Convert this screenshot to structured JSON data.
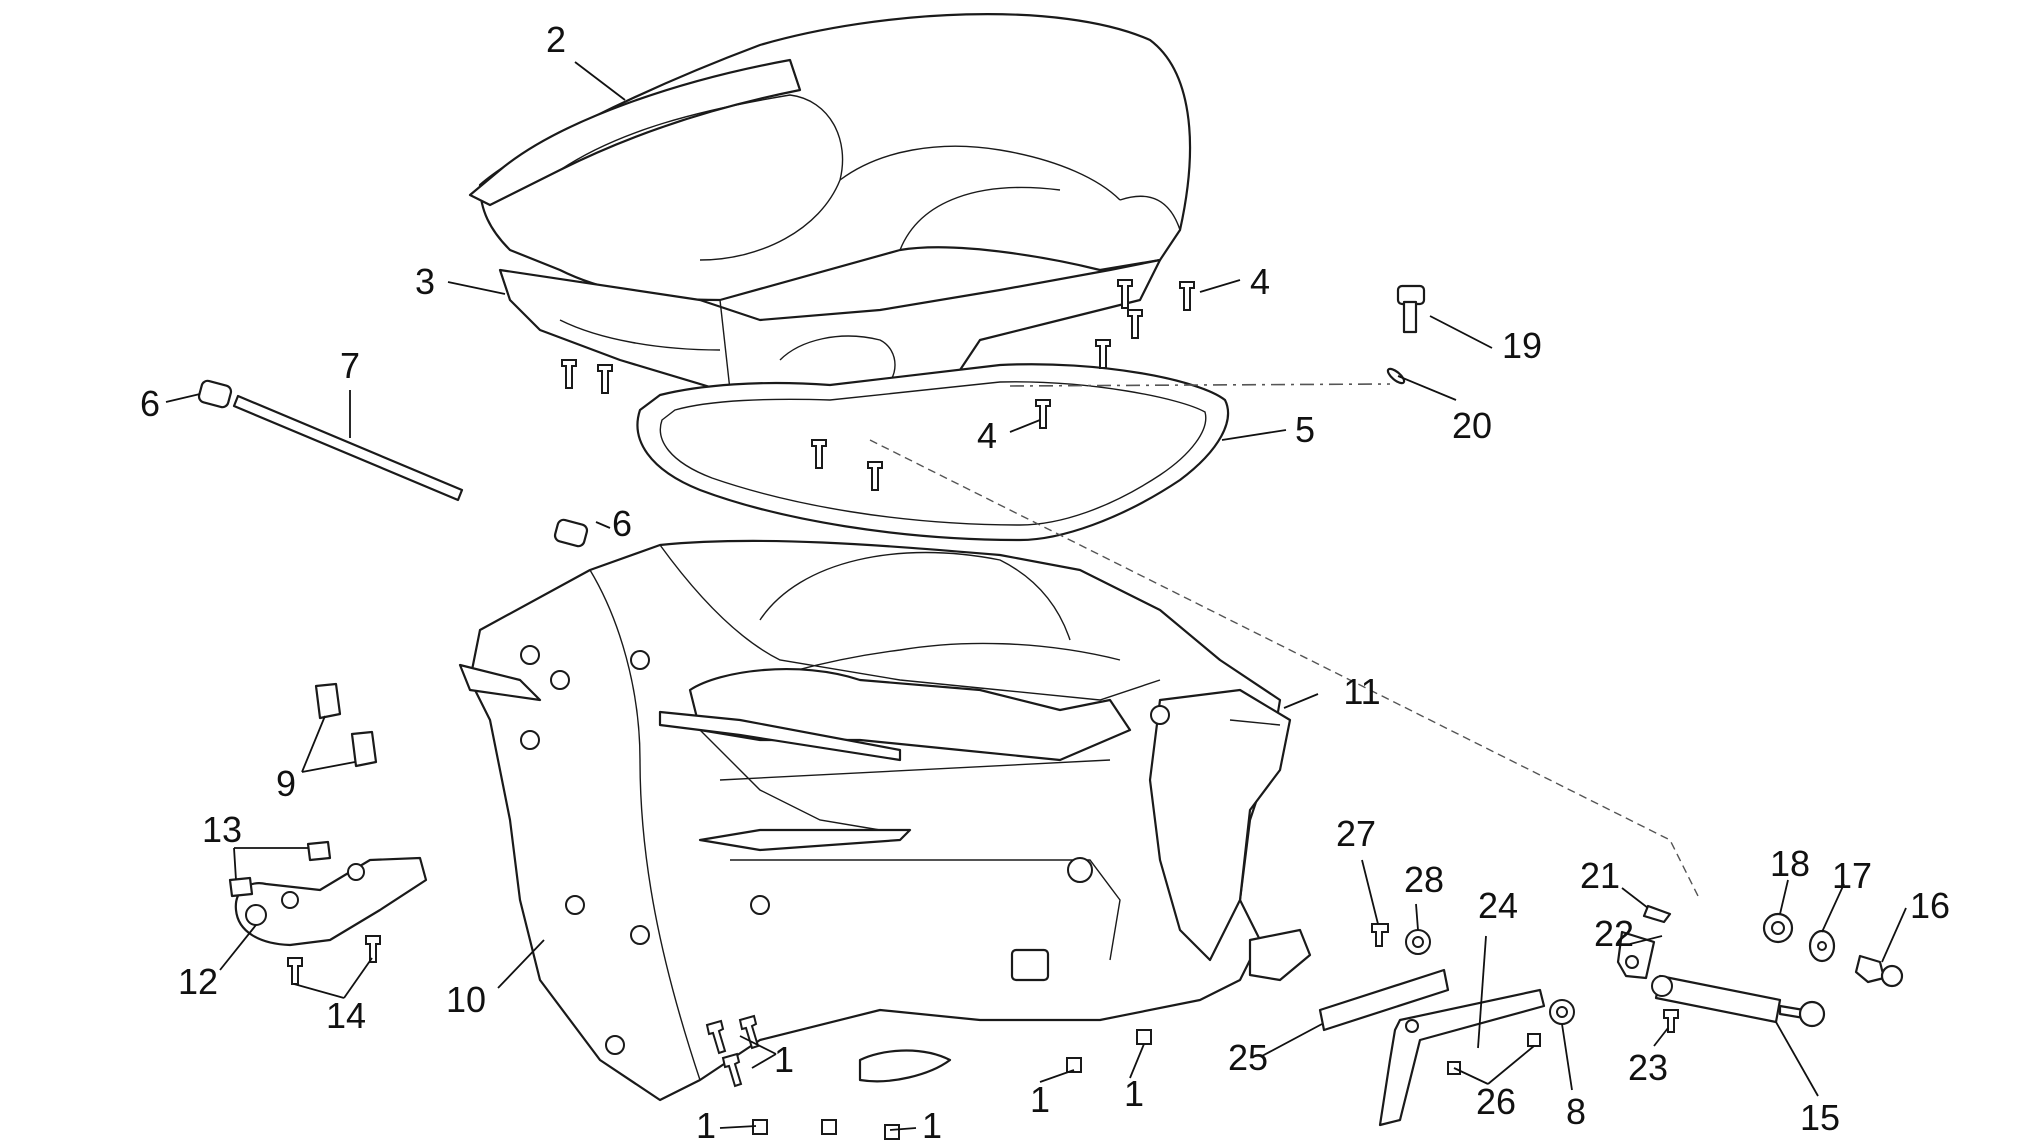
{
  "callouts": {
    "c1a": "1",
    "c1b": "1",
    "c1c": "1",
    "c1d": "1",
    "c1e": "1",
    "c2": "2",
    "c3": "3",
    "c4a": "4",
    "c4b": "4",
    "c5": "5",
    "c6a": "6",
    "c6b": "6",
    "c7": "7",
    "c8": "8",
    "c9": "9",
    "c10": "10",
    "c11": "11",
    "c12": "12",
    "c13": "13",
    "c14": "14",
    "c15": "15",
    "c16": "16",
    "c17": "17",
    "c18": "18",
    "c19": "19",
    "c20": "20",
    "c21": "21",
    "c22": "22",
    "c23": "23",
    "c24": "24",
    "c25": "25",
    "c26": "26",
    "c27": "27",
    "c28": "28"
  }
}
